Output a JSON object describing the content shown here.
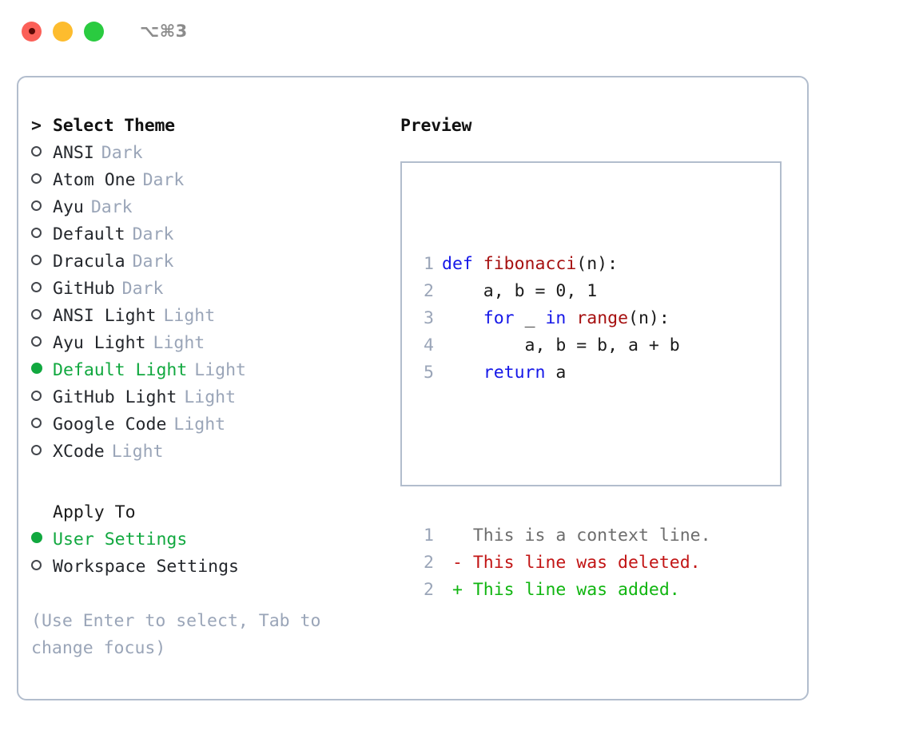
{
  "window": {
    "shortcut": "⌥⌘3",
    "traffic_lights": [
      {
        "name": "close",
        "color": "#fb6058"
      },
      {
        "name": "minimize",
        "color": "#fdbc2e"
      },
      {
        "name": "zoom",
        "color": "#2acb40"
      }
    ]
  },
  "theme_picker": {
    "header_marker": ">",
    "header": "Select Theme",
    "items": [
      {
        "marker": "○",
        "label": "ANSI",
        "tag": "Dark",
        "selected": false
      },
      {
        "marker": "○",
        "label": "Atom One",
        "tag": "Dark",
        "selected": false
      },
      {
        "marker": "○",
        "label": "Ayu",
        "tag": "Dark",
        "selected": false
      },
      {
        "marker": "○",
        "label": "Default",
        "tag": "Dark",
        "selected": false
      },
      {
        "marker": "○",
        "label": "Dracula",
        "tag": "Dark",
        "selected": false
      },
      {
        "marker": "○",
        "label": "GitHub",
        "tag": "Dark",
        "selected": false
      },
      {
        "marker": "○",
        "label": "ANSI Light",
        "tag": "Light",
        "selected": false
      },
      {
        "marker": "○",
        "label": "Ayu Light",
        "tag": "Light",
        "selected": false
      },
      {
        "marker": "●",
        "label": "Default Light",
        "tag": "Light",
        "selected": true
      },
      {
        "marker": "○",
        "label": "GitHub Light",
        "tag": "Light",
        "selected": false
      },
      {
        "marker": "○",
        "label": "Google Code",
        "tag": "Light",
        "selected": false
      },
      {
        "marker": "○",
        "label": "XCode",
        "tag": "Light",
        "selected": false
      }
    ]
  },
  "apply_to": {
    "header": "Apply To",
    "items": [
      {
        "marker": "●",
        "label": "User Settings",
        "selected": true
      },
      {
        "marker": "○",
        "label": "Workspace Settings",
        "selected": false
      }
    ]
  },
  "hint": "(Use Enter to select, Tab to change focus)",
  "preview": {
    "title": "Preview",
    "code_lines": [
      {
        "num": "1",
        "tokens": [
          {
            "t": "def ",
            "c": "kw"
          },
          {
            "t": "fibonacci",
            "c": "fn"
          },
          {
            "t": "(n):",
            "c": "pl"
          }
        ]
      },
      {
        "num": "2",
        "tokens": [
          {
            "t": "    a, b = 0, 1",
            "c": "pl"
          }
        ]
      },
      {
        "num": "3",
        "tokens": [
          {
            "t": "    ",
            "c": "pl"
          },
          {
            "t": "for",
            "c": "kw"
          },
          {
            "t": " _ ",
            "c": "pl"
          },
          {
            "t": "in",
            "c": "kw"
          },
          {
            "t": " ",
            "c": "pl"
          },
          {
            "t": "range",
            "c": "fn"
          },
          {
            "t": "(n):",
            "c": "pl"
          }
        ]
      },
      {
        "num": "4",
        "tokens": [
          {
            "t": "        a, b = b, a + b",
            "c": "pl"
          }
        ]
      },
      {
        "num": "5",
        "tokens": [
          {
            "t": "    ",
            "c": "pl"
          },
          {
            "t": "return",
            "c": "kw"
          },
          {
            "t": " a",
            "c": "pl"
          }
        ]
      }
    ],
    "diff_lines": [
      {
        "num": "1",
        "tokens": [
          {
            "t": "   This is a context line.",
            "c": "ctx"
          }
        ]
      },
      {
        "num": "2",
        "tokens": [
          {
            "t": " - This line was deleted.",
            "c": "del"
          }
        ]
      },
      {
        "num": "2",
        "tokens": [
          {
            "t": " + This line was added.",
            "c": "add"
          }
        ]
      }
    ]
  },
  "colors": {
    "accent_green": "#11a83f",
    "muted": "#9aa5b8",
    "border": "#b2bdcd",
    "keyword": "#1517e8",
    "function": "#a61010",
    "diff_deleted": "#c21515",
    "diff_added": "#10b510"
  }
}
